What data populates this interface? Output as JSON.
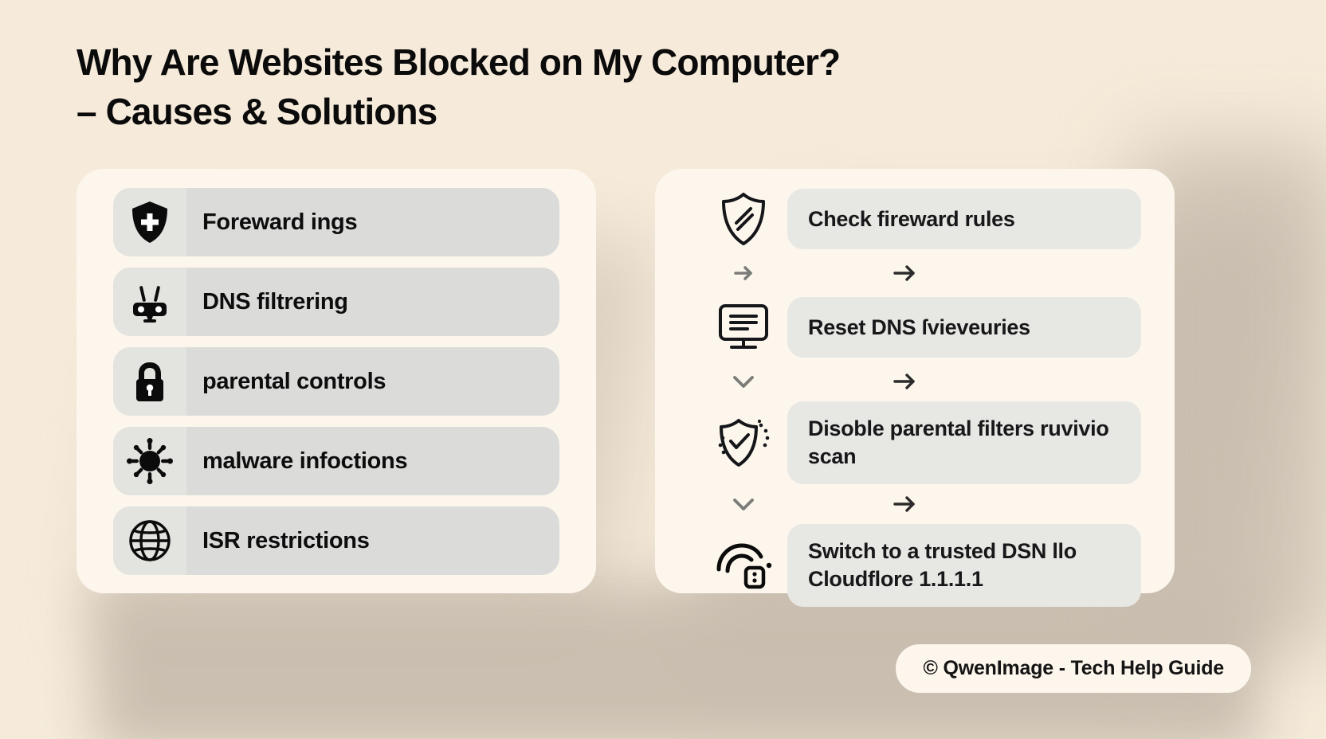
{
  "page": {
    "background_color": "#f6ebda",
    "card_color": "#fdf6ec",
    "pill_color": "#dbdcda",
    "text_color": "#0d0d0d"
  },
  "title": {
    "line1": "Why Are Websites Blocked on My Computer?",
    "line2": "– Causes & Solutions"
  },
  "causes": {
    "items": [
      {
        "icon": "shield-plus-icon",
        "label": "Foreward ings"
      },
      {
        "icon": "router-icon",
        "label": "DNS filtrering"
      },
      {
        "icon": "lock-icon",
        "label": "parental controls"
      },
      {
        "icon": "virus-icon",
        "label": "malware infoctions"
      },
      {
        "icon": "globe-icon",
        "label": "ISR restrictions"
      }
    ]
  },
  "solutions": {
    "items": [
      {
        "icon": "shield-slash-icon",
        "text": "Check fireward rules"
      },
      {
        "icon": "monitor-icon",
        "text": "Reset DNS ſvieveuries"
      },
      {
        "icon": "shield-check-icon",
        "text": "Disoble parental filters ruvivio scan"
      },
      {
        "icon": "wifi-lock-icon",
        "text": "Switch to a trusted DSN llo Cloudflore 1.1.1.1"
      }
    ],
    "connectors": [
      {
        "left": "arrow-right-icon",
        "right": "arrow-right-icon"
      },
      {
        "left": "chevron-down-icon",
        "right": "arrow-right-icon"
      },
      {
        "left": "chevron-down-icon",
        "right": "arrow-right-icon"
      }
    ]
  },
  "footer": {
    "credit": "© QwenImage - Tech Help Guide"
  }
}
